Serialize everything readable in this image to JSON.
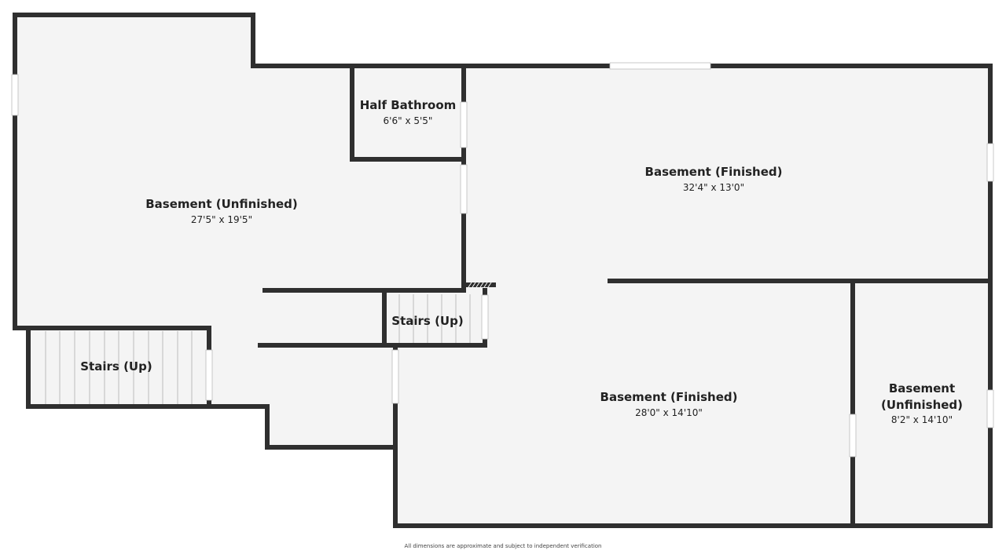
{
  "colors": {
    "wall": "#2f2f2f",
    "floor": "#f4f4f4",
    "opening": "#ffffff",
    "stair_line": "#bbbbbb"
  },
  "rooms": {
    "basement_unfinished_main": {
      "name": "Basement (Unfinished)",
      "dims": "27'5\" x 19'5\""
    },
    "half_bathroom": {
      "name": "Half Bathroom",
      "dims": "6'6\" x 5'5\""
    },
    "basement_finished_upper": {
      "name": "Basement (Finished)",
      "dims": "32'4\" x 13'0\""
    },
    "stairs_left": {
      "name": "Stairs (Up)"
    },
    "stairs_center": {
      "name": "Stairs (Up)"
    },
    "basement_finished_lower": {
      "name": "Basement (Finished)",
      "dims": "28'0\" x 14'10\""
    },
    "basement_unfinished_right": {
      "name_line1": "Basement",
      "name_line2": "(Unfinished)",
      "dims": "8'2\" x 14'10\""
    }
  },
  "footer": {
    "disclaimer": "All dimensions are approximate and subject to independent verification"
  }
}
